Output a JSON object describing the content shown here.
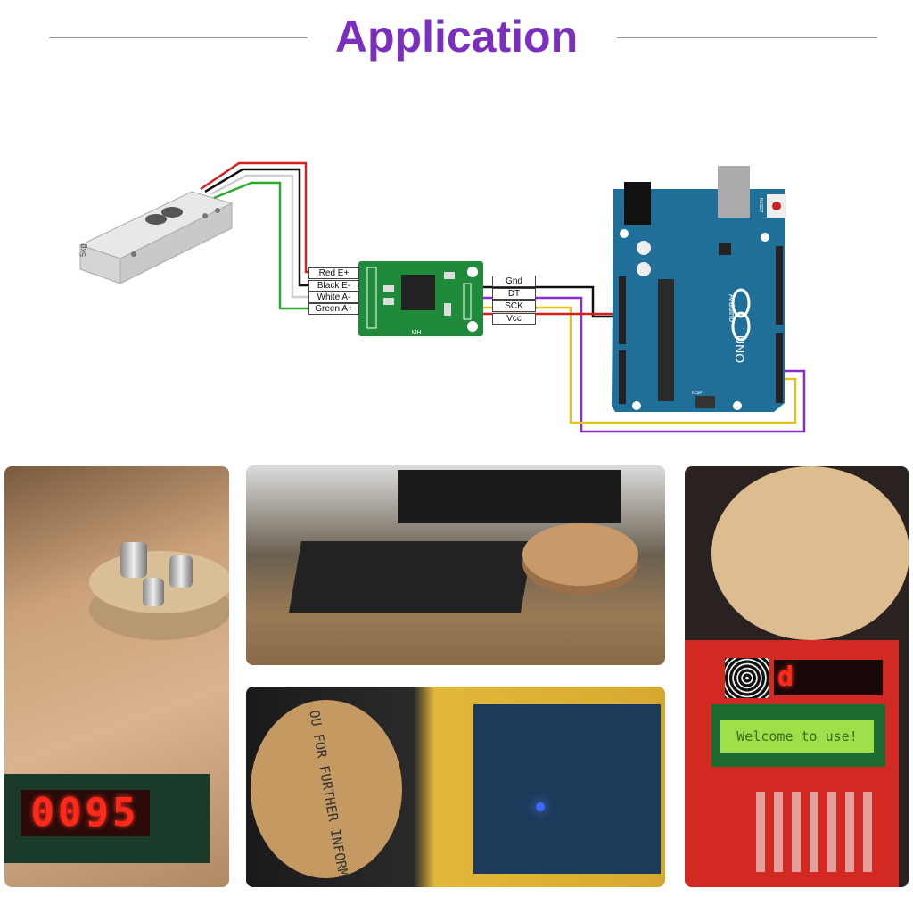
{
  "header": {
    "title": "Application"
  },
  "diagram": {
    "load_cell_label": "5kg",
    "load_cell_wires": [
      "Red E+",
      "Black E-",
      "White A-",
      "Green A+"
    ],
    "module_pins": [
      "Gnd",
      "DT",
      "SCK",
      "Vcc"
    ],
    "module_silkscreen": "MH",
    "board_name": "Arduino",
    "board_model": "UNO",
    "board_reset_label": "RESET",
    "board_icsp_label": "ICSP",
    "colors": {
      "red": "#d42020",
      "black": "#111111",
      "white": "#cfcfcf",
      "green": "#2fa82f",
      "purple": "#8a2bd0",
      "yellow": "#e8c21a",
      "board": "#1f6f99",
      "module": "#1e8a3a"
    }
  },
  "photos": {
    "display_reading": "0095",
    "lcd_text": "Welcome to use!",
    "label_text": "OU FOR FURTHER INFORM",
    "seg_first_digit": "d"
  }
}
